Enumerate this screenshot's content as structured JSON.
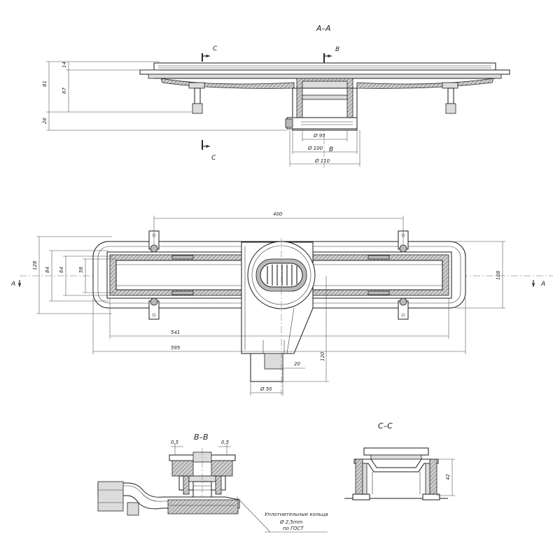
{
  "sections": {
    "aa": "A–A",
    "bb": "B–B",
    "cc": "C–C",
    "c": "C",
    "b": "B",
    "a": "A"
  },
  "dims": {
    "d400": "400",
    "d541": "541",
    "d595": "595",
    "d108": "108",
    "d128": "128",
    "d84": "84",
    "d64": "64",
    "d58": "58",
    "d120": "120",
    "d20": "20",
    "d81": "81",
    "d67": "67",
    "d14": "14",
    "d26": "26",
    "d42": "42",
    "d05": "0,5",
    "dia95": "Ø 95",
    "dia100": "Ø 100",
    "dia110": "Ø 110",
    "dia50": "Ø 50"
  },
  "note": {
    "line1": "Уплотнительные кольца",
    "line2": "Ø 2,5mm",
    "line3": "по ГОСТ"
  }
}
